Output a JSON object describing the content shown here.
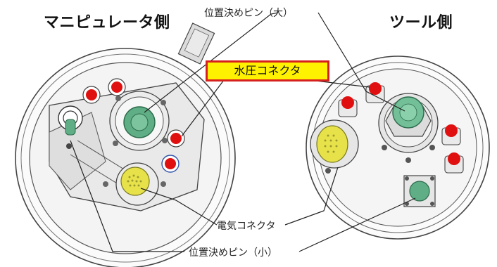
{
  "titles": {
    "manipulator_side": "マニピュレータ側",
    "tool_side": "ツール側"
  },
  "labels": {
    "locating_pin_large": "位置決めピン（大）",
    "water_pressure_connector": "水圧コネクタ",
    "electrical_connector": "電気コネクタ",
    "locating_pin_small": "位置決めピン（小）"
  },
  "colors": {
    "valve_red": "#e01010",
    "pin_green": "#5fae85",
    "connector_yellow": "#e8e24a",
    "callout_fill": "#fff200",
    "callout_border": "#d62020"
  }
}
